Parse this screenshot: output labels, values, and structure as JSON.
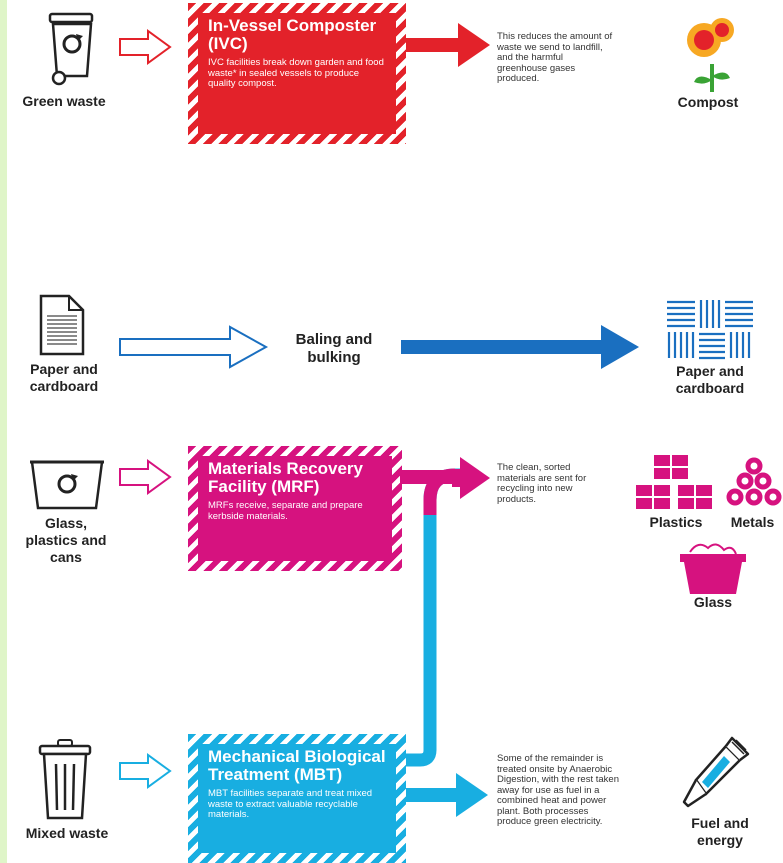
{
  "colors": {
    "red": "#e3222a",
    "magenta": "#d6127f",
    "cyan": "#18aee1",
    "blue": "#1a6fc0",
    "green": "#dff5c8"
  },
  "rows": {
    "green_waste": {
      "source_label": "Green waste",
      "facility_title": "In-Vessel Composter (IVC)",
      "facility_desc": "IVC facilities break down garden and food waste* in sealed vessels to produce quality compost.",
      "note": "This reduces the amount of waste we send to landfill, and the harmful greenhouse gases produced.",
      "output_label": "Compost"
    },
    "paper": {
      "source_label": "Paper and cardboard",
      "process_label": "Baling and bulking",
      "output_label": "Paper and cardboard"
    },
    "glass": {
      "source_label": "Glass, plastics and cans",
      "facility_title": "Materials Recovery Facility (MRF)",
      "facility_desc": "MRFs receive, separate and prepare kerbside materials.",
      "note": "The clean, sorted materials are sent for recycling into new products.",
      "outputs": [
        "Plastics",
        "Metals",
        "Glass"
      ]
    },
    "mixed": {
      "source_label": "Mixed waste",
      "facility_title": "Mechanical Biological Treatment (MBT)",
      "facility_desc": "MBT facilities separate and treat mixed waste to extract valuable recyclable materials.",
      "note": "Some of the remainder is treated onsite by Anaerobic Digestion, with the rest taken away for use as fuel in a combined heat and power plant. Both processes produce green electricity.",
      "output_label": "Fuel and energy"
    }
  },
  "icons": {
    "wheelie_bin": "wheelie-bin-icon",
    "recycle": "recycle-icon",
    "flowers": "sunflower-icon",
    "document": "document-icon",
    "paper_bales": "paper-bale-icon",
    "box": "recycling-box-icon",
    "plastic_blocks": "plastic-blocks-icon",
    "metal_rings": "metal-rings-icon",
    "glass_tub": "glass-tub-icon",
    "trash_can": "trash-can-icon",
    "fuel_tube": "fuel-tube-icon"
  }
}
